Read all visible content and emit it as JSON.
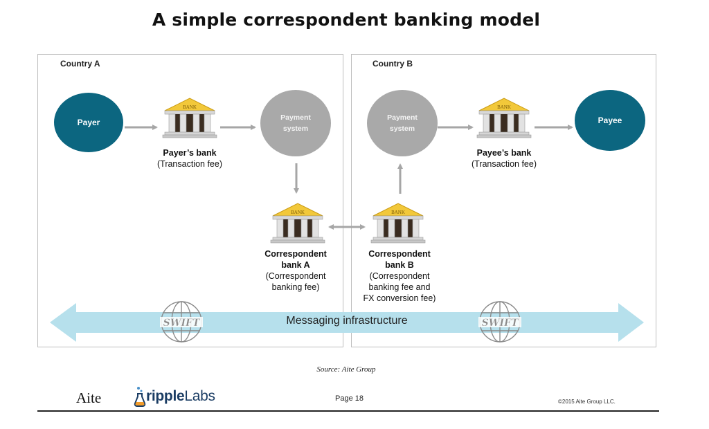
{
  "title": "A simple correspondent banking model",
  "countries": {
    "a": "Country A",
    "b": "Country B"
  },
  "nodes": {
    "payer": "Payer",
    "payee": "Payee",
    "payment_system_a": {
      "line1": "Payment",
      "line2": "system"
    },
    "payment_system_b": {
      "line1": "Payment",
      "line2": "system"
    }
  },
  "banks": {
    "payers_bank": {
      "name": "Payer’s bank",
      "fee": "(Transaction fee)"
    },
    "payees_bank": {
      "name": "Payee’s bank",
      "fee": "(Transaction fee)"
    },
    "corr_a": {
      "name1": "Correspondent",
      "name2": "bank A",
      "fee1": "(Correspondent",
      "fee2": "banking fee)"
    },
    "corr_b": {
      "name1": "Correspondent",
      "name2": "bank B",
      "fee1": "(Correspondent",
      "fee2": "banking fee and",
      "fee3": "FX conversion fee)"
    }
  },
  "bank_icon_text": "BANK",
  "messaging": {
    "label": "Messaging infrastructure",
    "logo_text": "SWIFT"
  },
  "source": "Source: Aite Group",
  "footer": {
    "aite": "Aite",
    "ripple_bold": "ripple",
    "ripple_light": "Labs",
    "page": "Page 18",
    "copyright": "©2015 Aite Group LLC."
  },
  "colors": {
    "teal": "#0c6680",
    "gray_circle": "#a9a9a9",
    "arrow_gray": "#a6a6a6",
    "messaging_band": "#b6e0ec",
    "bank_roof": "#f2c83a"
  }
}
